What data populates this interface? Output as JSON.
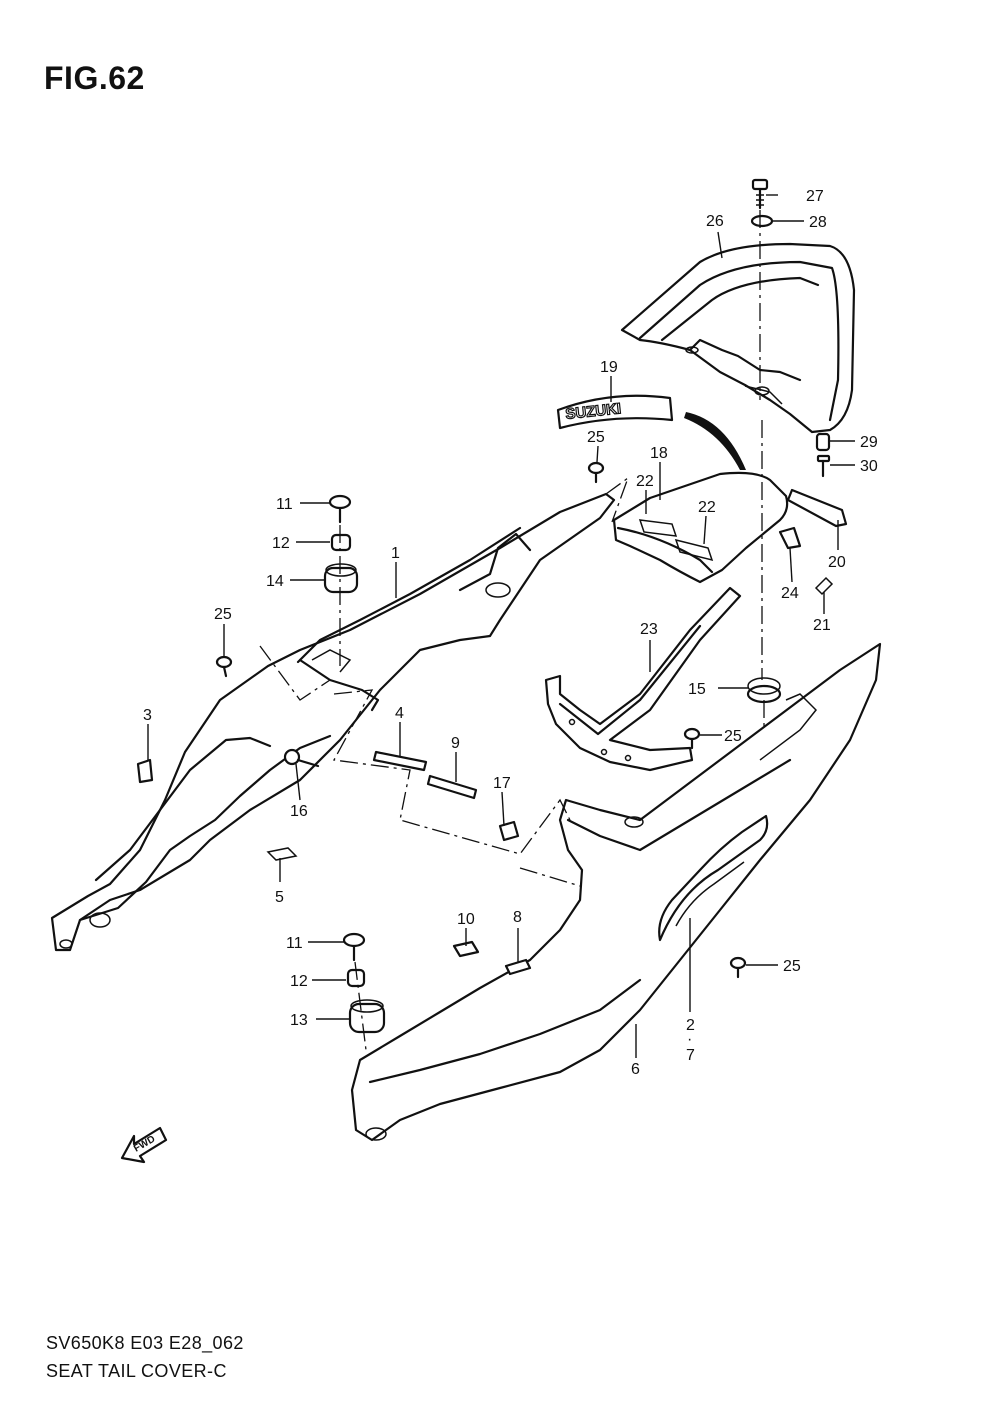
{
  "figure": {
    "title": "FIG.62",
    "code": "SV650K8 E03 E28_062",
    "name": "SEAT TAIL COVER-C"
  },
  "emblems": {
    "brand": "SUZUKI",
    "fwd": "FWD"
  },
  "callouts": {
    "c1": "1",
    "c2_7": "2",
    "c2_7_sep": "·",
    "c7": "7",
    "c3": "3",
    "c4": "4",
    "c5": "5",
    "c6": "6",
    "c8": "8",
    "c9": "9",
    "c10": "10",
    "c11a": "11",
    "c11b": "11",
    "c12a": "12",
    "c12b": "12",
    "c13": "13",
    "c14": "14",
    "c15": "15",
    "c16": "16",
    "c17": "17",
    "c18": "18",
    "c19": "19",
    "c20": "20",
    "c21": "21",
    "c22a": "22",
    "c22b": "22",
    "c23": "23",
    "c24": "24",
    "c25a": "25",
    "c25b": "25",
    "c25c": "25",
    "c25d": "25",
    "c26": "26",
    "c27": "27",
    "c28": "28",
    "c29": "29",
    "c30": "30"
  }
}
